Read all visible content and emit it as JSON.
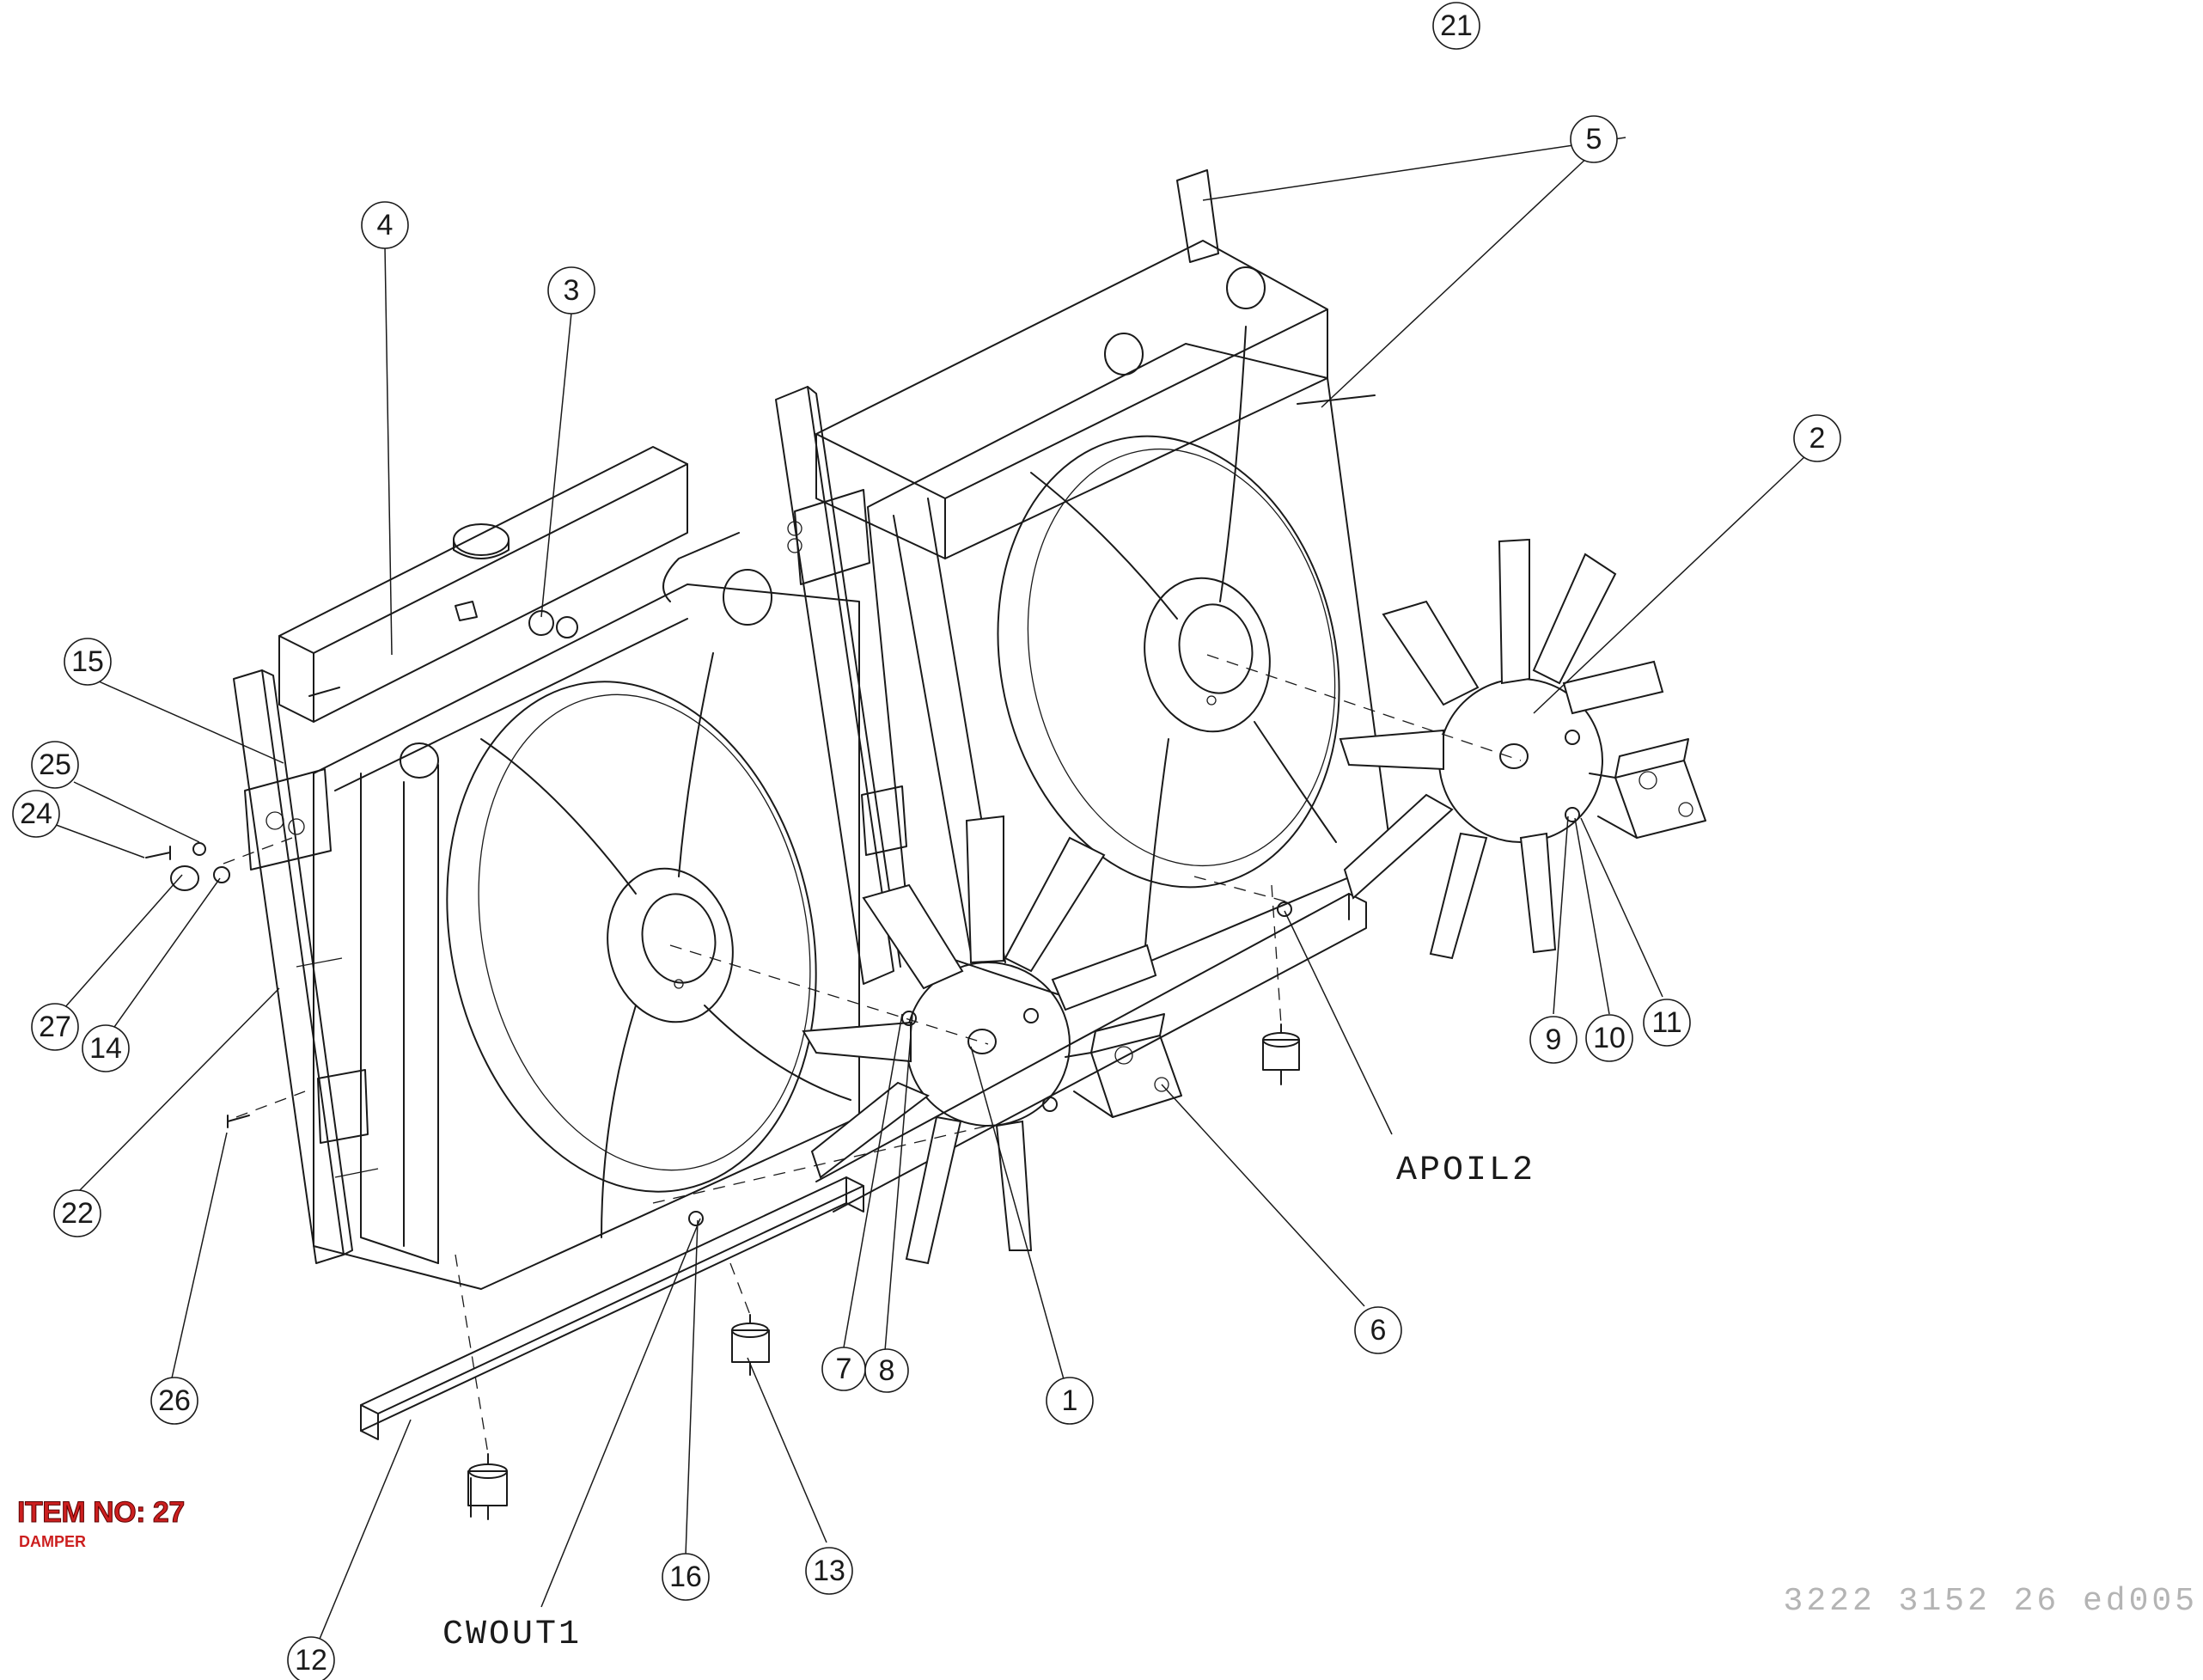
{
  "item": {
    "title": "ITEM NO: 27",
    "name": "DAMPER",
    "title_color": "#cc1f1f"
  },
  "drawing_number": "3222 3152 26 ed005",
  "connection_labels": {
    "apoil2": "APOIL2",
    "cwout1": "CWOUT1"
  },
  "balloons": [
    {
      "id": "b1",
      "text": "1"
    },
    {
      "id": "b2",
      "text": "2"
    },
    {
      "id": "b3",
      "text": "3"
    },
    {
      "id": "b4",
      "text": "4"
    },
    {
      "id": "b5",
      "text": "5"
    },
    {
      "id": "b6",
      "text": "6"
    },
    {
      "id": "b7",
      "text": "7"
    },
    {
      "id": "b8",
      "text": "8"
    },
    {
      "id": "b9",
      "text": "9"
    },
    {
      "id": "b10",
      "text": "10"
    },
    {
      "id": "b11",
      "text": "11"
    },
    {
      "id": "b12",
      "text": "12"
    },
    {
      "id": "b13",
      "text": "13"
    },
    {
      "id": "b14",
      "text": "14"
    },
    {
      "id": "b15",
      "text": "15"
    },
    {
      "id": "b16",
      "text": "16"
    },
    {
      "id": "b21",
      "text": "21"
    },
    {
      "id": "b22",
      "text": "22"
    },
    {
      "id": "b24",
      "text": "24"
    },
    {
      "id": "b25",
      "text": "25"
    },
    {
      "id": "b26",
      "text": "26"
    },
    {
      "id": "b27",
      "text": "27"
    }
  ]
}
